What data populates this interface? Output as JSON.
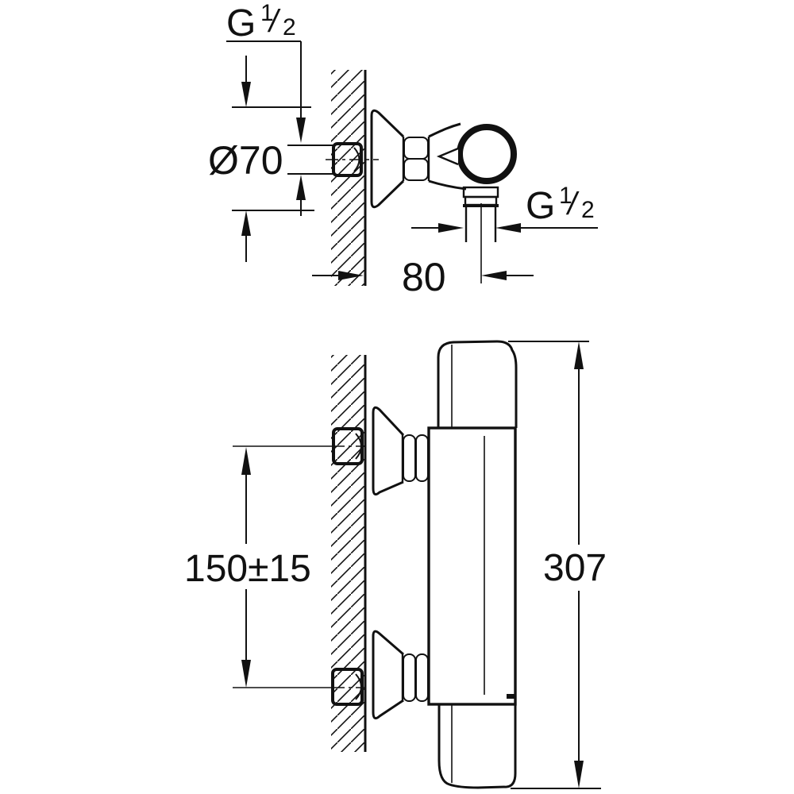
{
  "diagram": {
    "kind": "technical-dimension-drawing",
    "subject": "wall-mounted thermostatic shower mixer, side view and top view",
    "background_color": "#ffffff",
    "line_color": "#111111"
  },
  "top_view": {
    "thread_top": {
      "letter": "G",
      "numerator": "1",
      "slash": "/",
      "denominator": "2"
    },
    "escutcheon_diameter": "Ø70",
    "wall_to_outlet_distance": "80",
    "thread_outlet": {
      "letter": "G",
      "numerator": "1",
      "slash": "/",
      "denominator": "2"
    }
  },
  "bottom_view": {
    "connection_spacing": "150±15",
    "overall_length": "307"
  }
}
